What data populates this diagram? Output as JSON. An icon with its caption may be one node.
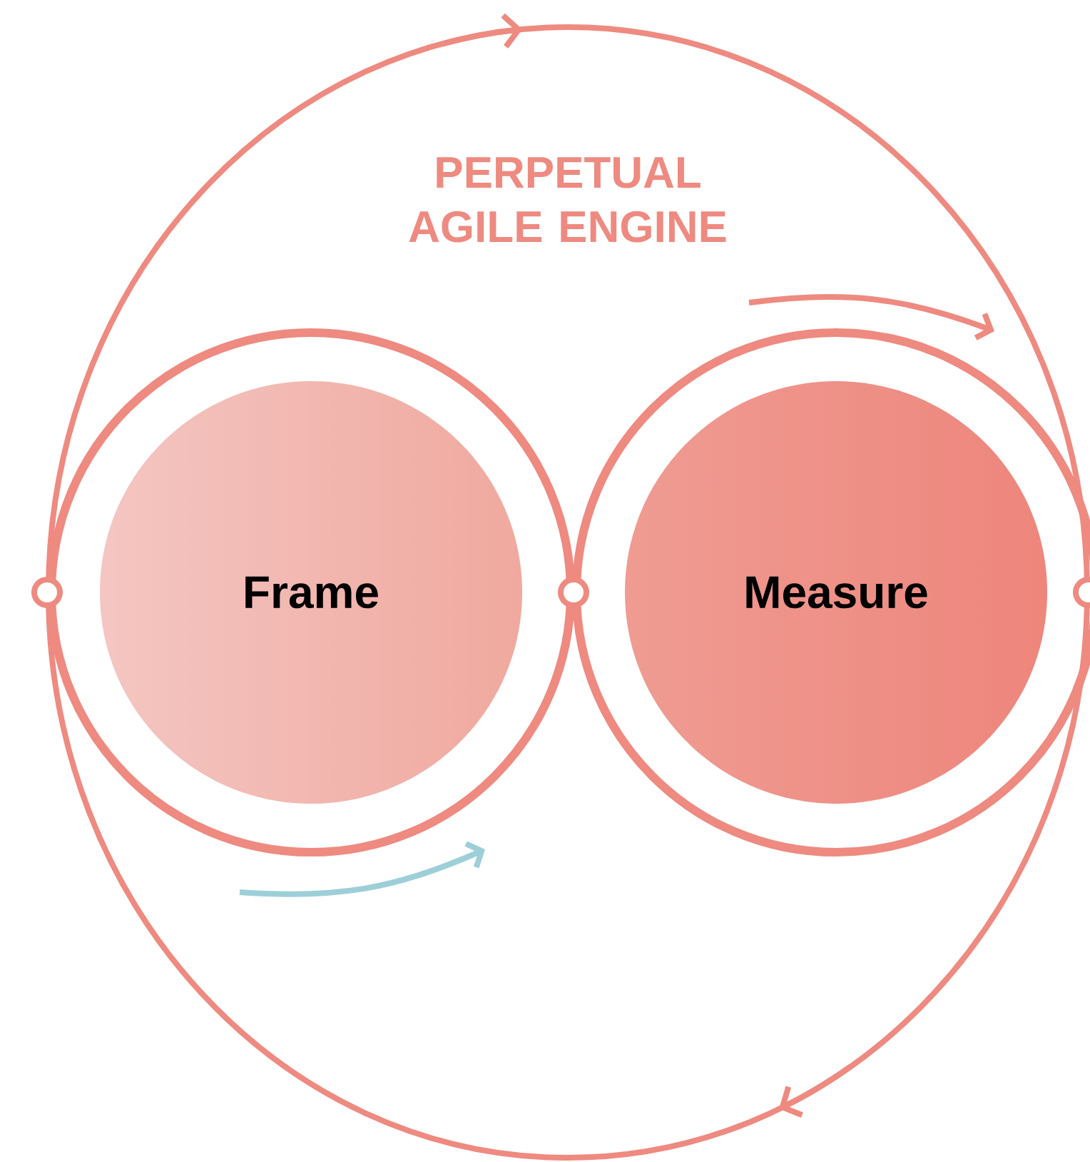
{
  "diagram": {
    "nodes": [
      {
        "text": [
          "PERPETUAL AGILE ENGINE"
        ]
      },
      {
        "text": [
          "Frame"
        ],
        "in": 0
      },
      {
        "text": [
          "Measure"
        ],
        "in": 0
      }
    ]
  }
}
